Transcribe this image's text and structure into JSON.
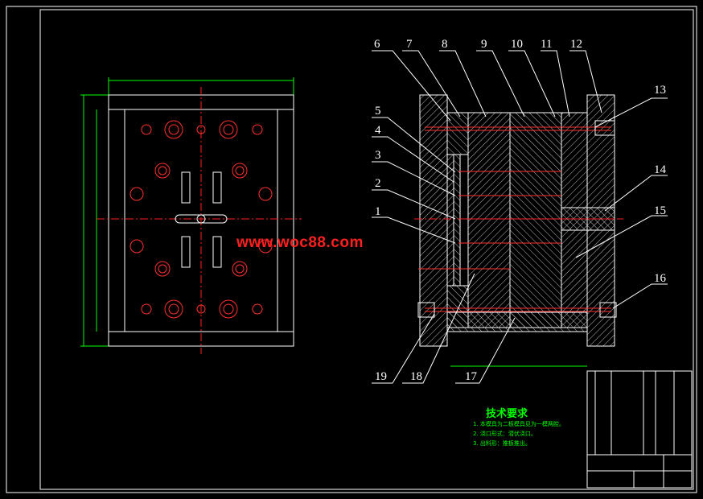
{
  "part_labels": [
    "1",
    "2",
    "3",
    "4",
    "5",
    "6",
    "7",
    "8",
    "9",
    "10",
    "11",
    "12",
    "13",
    "14",
    "15",
    "16",
    "17",
    "18",
    "19"
  ],
  "watermark": "www.woc88.com",
  "technical_requirements": {
    "title": "技术要求",
    "items": [
      "1. 本模具为二板模具见为一模两腔。",
      "2. 浇口形式：潜伏浇口。",
      "3. 出料形：推板推出。"
    ]
  },
  "colors": {
    "background": "#000000",
    "frame": "#ffffff",
    "hatch": "#ffffff",
    "centerline": "#ff2020",
    "dimension": "#00ff00",
    "part": "#ff3030",
    "text_green": "#00ff00"
  }
}
